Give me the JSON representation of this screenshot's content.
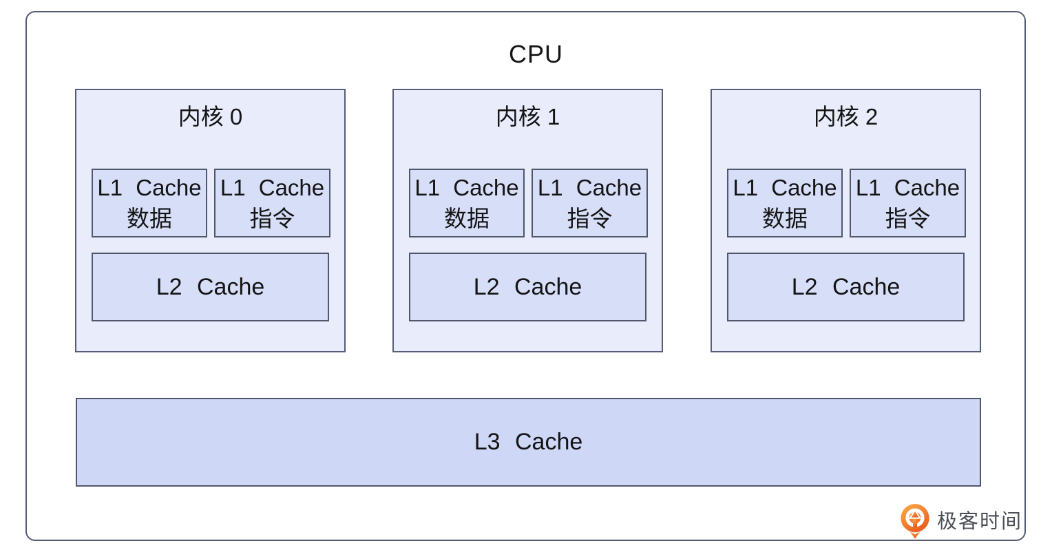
{
  "cpu": {
    "title": "CPU",
    "cores": [
      {
        "name": "内核 0",
        "l1_data": {
          "line1": "L1 Cache",
          "line2": "数据"
        },
        "l1_instruction": {
          "line1": "L1 Cache",
          "line2": "指令"
        },
        "l2": "L2 Cache"
      },
      {
        "name": "内核 1",
        "l1_data": {
          "line1": "L1 Cache",
          "line2": "数据"
        },
        "l1_instruction": {
          "line1": "L1 Cache",
          "line2": "指令"
        },
        "l2": "L2 Cache"
      },
      {
        "name": "内核 2",
        "l1_data": {
          "line1": "L1 Cache",
          "line2": "数据"
        },
        "l1_instruction": {
          "line1": "L1 Cache",
          "line2": "指令"
        },
        "l2": "L2 Cache"
      }
    ],
    "l3": "L3 Cache"
  },
  "branding": {
    "logo_text": "极客时间",
    "logo_icon": "geektime-pin-icon"
  },
  "colors": {
    "core_fill": "#E9EDFB",
    "cache_fill": "#D7DEF8",
    "l3_fill": "#CED7F5",
    "box_border": "#535A73",
    "text": "#141414",
    "logo_orange_light": "#F9A845",
    "logo_orange_dark": "#E8571C",
    "logo_text_color": "#4B4E57"
  }
}
